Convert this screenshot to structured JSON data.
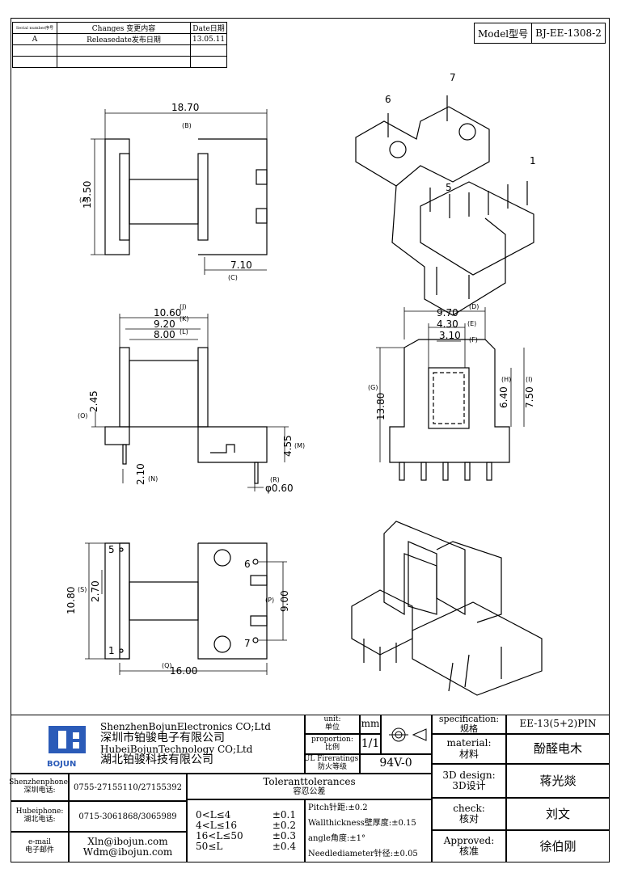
{
  "revision_table": {
    "headers": [
      "Serial number序号",
      "Changes 变更内容",
      "Date日期"
    ],
    "rows": [
      [
        "A",
        "Releasedate发布日期",
        "13.05.11"
      ],
      [
        "",
        "",
        ""
      ],
      [
        "",
        "",
        ""
      ]
    ]
  },
  "model": {
    "label": "Model型号",
    "value": "BJ-EE-1308-2"
  },
  "dimensions": {
    "B": "18.70",
    "A": "13.50",
    "C": "7.10",
    "J": "10.60",
    "K": "9.20",
    "L": "8.00",
    "O": "2.45",
    "M": "4.55",
    "N": "2.10",
    "R": "φ0.60",
    "D": "9.70",
    "E": "4.30",
    "F": "3.10",
    "G": "13.80",
    "H": "6.40",
    "I": "7.50",
    "S": "2.70",
    "S_total": "10.80",
    "P": "9.00",
    "Q": "16.00",
    "letters": [
      "(A)",
      "(B)",
      "(C)",
      "(D)",
      "(E)",
      "(F)",
      "(G)",
      "(H)",
      "(I)",
      "(J)",
      "(K)",
      "(L)",
      "(M)",
      "(N)",
      "(O)",
      "(P)",
      "(Q)",
      "(R)",
      "(S)"
    ]
  },
  "pins": [
    "1",
    "5",
    "6",
    "7"
  ],
  "title_block": {
    "company_en1": "ShenzhenBojunElectronics CO;Ltd",
    "company_cn1": "深圳市铂骏电子有限公司",
    "company_en2": "HubeiBojunTechnology CO;Ltd",
    "company_cn2": "湖北铂骏科技有限公司",
    "logo_text": "BOJUN",
    "unit_label": "unit:\n单位",
    "unit_value": "mm",
    "proportion_label": "proportion:\n比例",
    "proportion_value": "1/1",
    "ul_label": "UL Fireratings:\n防火等级",
    "ul_value": "94V-0",
    "spec_label": "specification:\n规格",
    "spec_value": "EE-13(5+2)PIN",
    "material_label": "material:\n材料",
    "material_value": "酚醛电木",
    "design_label": "3D design:\n3D设计",
    "design_value": "蒋光燚",
    "check_label": "check:\n核对",
    "check_value": "刘文",
    "approved_label": "Approved:\n核准",
    "approved_value": "徐伯刚",
    "sz_phone_label": "Shenzhenphone:\n深圳电话:",
    "sz_phone": "0755-27155110/27155392",
    "hb_phone_label": "Hubeiphone:\n湖北电话:",
    "hb_phone": "0715-3061868/3065989",
    "email_label": "e-mail\n电子邮件",
    "email1": "Xln@ibojun.com",
    "email2": "Wdm@ibojun.com",
    "tol_title": "Toleranttolerances",
    "tol_title_cn": "容忍公差",
    "tol_rows": [
      [
        "0<L≤4",
        "±0.1"
      ],
      [
        "4<L≤16",
        "±0.2"
      ],
      [
        "16<L≤50",
        "±0.3"
      ],
      [
        "50≤L",
        "±0.4"
      ]
    ],
    "pitch": "Pitch针距:±0.2",
    "wall": "Wallthickness壁厚度:±0.15",
    "angle": "angle角度:±1°",
    "needle": "Needlediameter针径:±0.05"
  }
}
